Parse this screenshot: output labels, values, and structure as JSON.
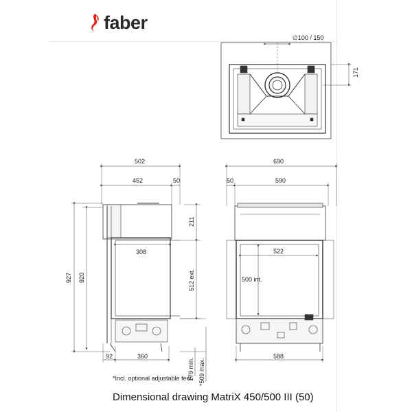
{
  "brand": {
    "name": "faber",
    "flame_color": "#e2231a"
  },
  "top_view": {
    "flue_diameter": "∅100 / 150",
    "depth_offset": "171"
  },
  "side_view": {
    "overall_width": "502",
    "body_width": "452",
    "ledge": "50",
    "total_height": "927",
    "body_height": "920",
    "top_section": "211",
    "glass_width": "308",
    "opening_height": "512 ext.",
    "foot_offset": "92",
    "base_width": "360",
    "min_height": "179 min.",
    "max_height": "*509 max."
  },
  "front_view": {
    "overall_width": "690",
    "side_margin": "50",
    "body_width": "590",
    "glass_width": "522",
    "glass_height": "500 int.",
    "base_width": "588"
  },
  "footnote": "*Incl. optional adjustable feet",
  "title": "Dimensional drawing MatriX 450/500 III (50)"
}
